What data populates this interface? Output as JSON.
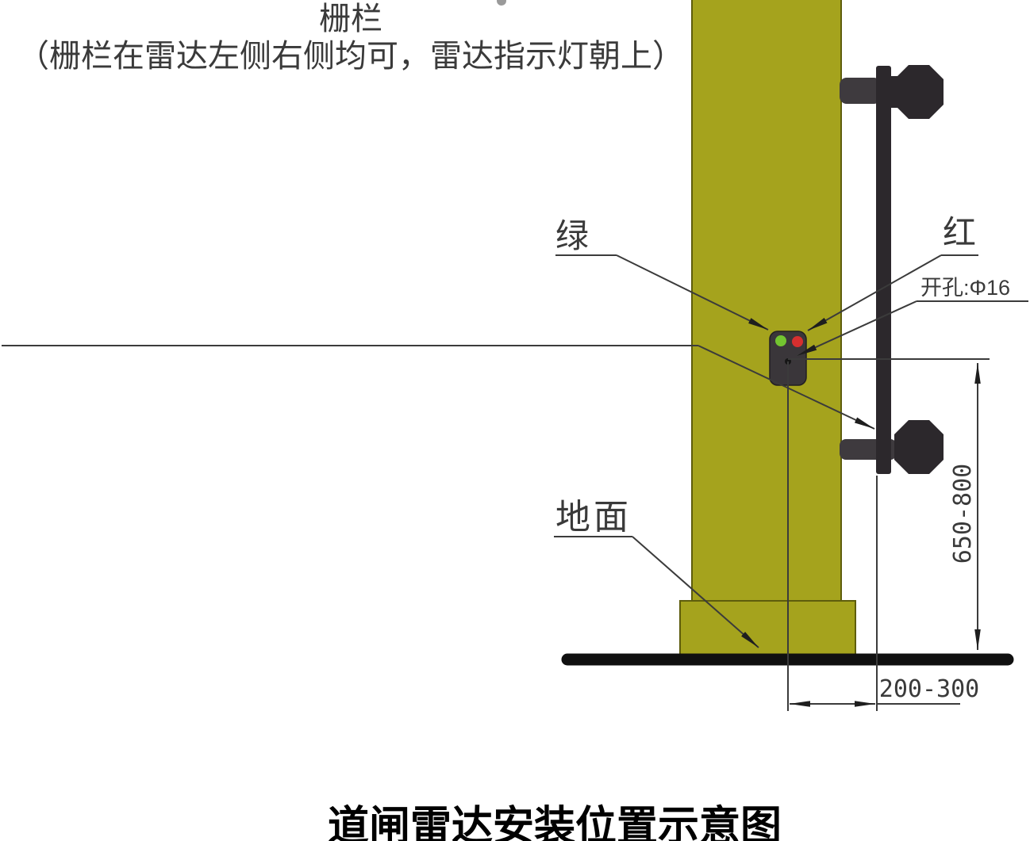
{
  "title": "道闸雷达安装位置示意图",
  "labels": {
    "green_led": "绿",
    "red_led": "红",
    "hole": "开孔:Φ16",
    "fence_title": "栅栏",
    "fence_note": "（栅栏在雷达左侧右侧均可，雷达指示灯朝上）",
    "ground": "地面"
  },
  "dimensions": {
    "radar_height_mm": "650-800",
    "radar_to_fence_mm": "200-300"
  },
  "colors": {
    "post_yellow": "#a5a31d",
    "post_outline": "#5e5d0c",
    "structure_dark": "#2c282c",
    "arm_dark": "#3e3a3e",
    "radar_body": "#3a363a",
    "led_green": "#73c430",
    "led_red": "#d62f2f",
    "ground_black": "#101010",
    "line_gray": "#3b3b3b"
  }
}
